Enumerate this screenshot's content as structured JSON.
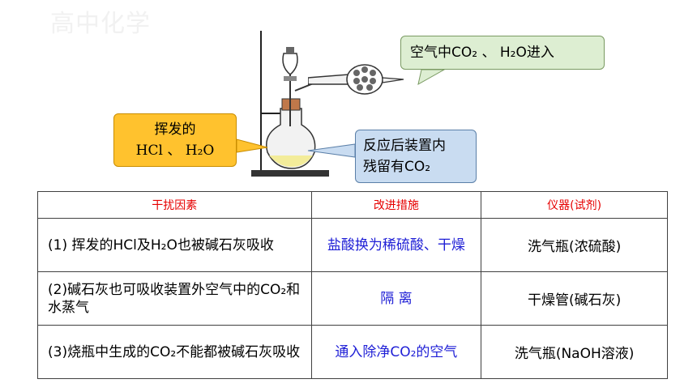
{
  "watermark": "高中化学",
  "callouts": {
    "top": {
      "text": "空气中CO₂ 、 H₂O进入"
    },
    "left": {
      "line1": "挥发的",
      "line2": "HCl 、 H₂O"
    },
    "right": {
      "line1": "反应后装置内",
      "line2": "残留有CO₂"
    }
  },
  "table": {
    "headers": [
      "干扰因素",
      "改进措施",
      "仪器(试剂)"
    ],
    "rows": [
      {
        "factor": "(1) 挥发的HCl及H₂O也被碱石灰吸收",
        "measure": "盐酸换为稀硫酸、干燥",
        "instrument": "洗气瓶(浓硫酸)"
      },
      {
        "factor": "(2)碱石灰也可吸收装置外空气中的CO₂和水蒸气",
        "measure": "隔 离",
        "instrument": "干燥管(碱石灰)"
      },
      {
        "factor": "(3)烧瓶中生成的CO₂不能都被碱石灰吸收",
        "measure": "通入除净CO₂的空气",
        "instrument": "洗气瓶(NaOH溶液)"
      }
    ]
  },
  "colors": {
    "header_text": "#e60000",
    "measure_text": "#1f1fd6",
    "callout_top": "#ddeed2",
    "callout_left": "#ffc22e",
    "callout_right": "#c9dcf1"
  }
}
